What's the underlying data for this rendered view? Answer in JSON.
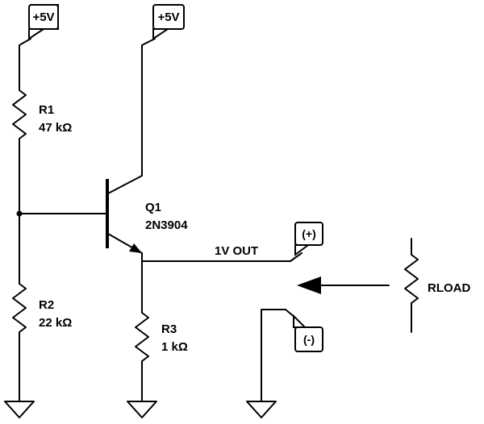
{
  "diagram": {
    "supply_tags": {
      "left": "+5V",
      "right": "+5V"
    },
    "R1": {
      "name": "R1",
      "value": "47 kΩ"
    },
    "R2": {
      "name": "R2",
      "value": "22 kΩ"
    },
    "R3": {
      "name": "R3",
      "value": "1 kΩ"
    },
    "Q1": {
      "name": "Q1",
      "part": "2N3904"
    },
    "output": {
      "label": "1V OUT",
      "plus_tag": "(+)",
      "minus_tag": "(-)"
    },
    "load": {
      "label": "RLOAD"
    }
  },
  "colors": {
    "ink": "#000000",
    "background": "#ffffff"
  }
}
